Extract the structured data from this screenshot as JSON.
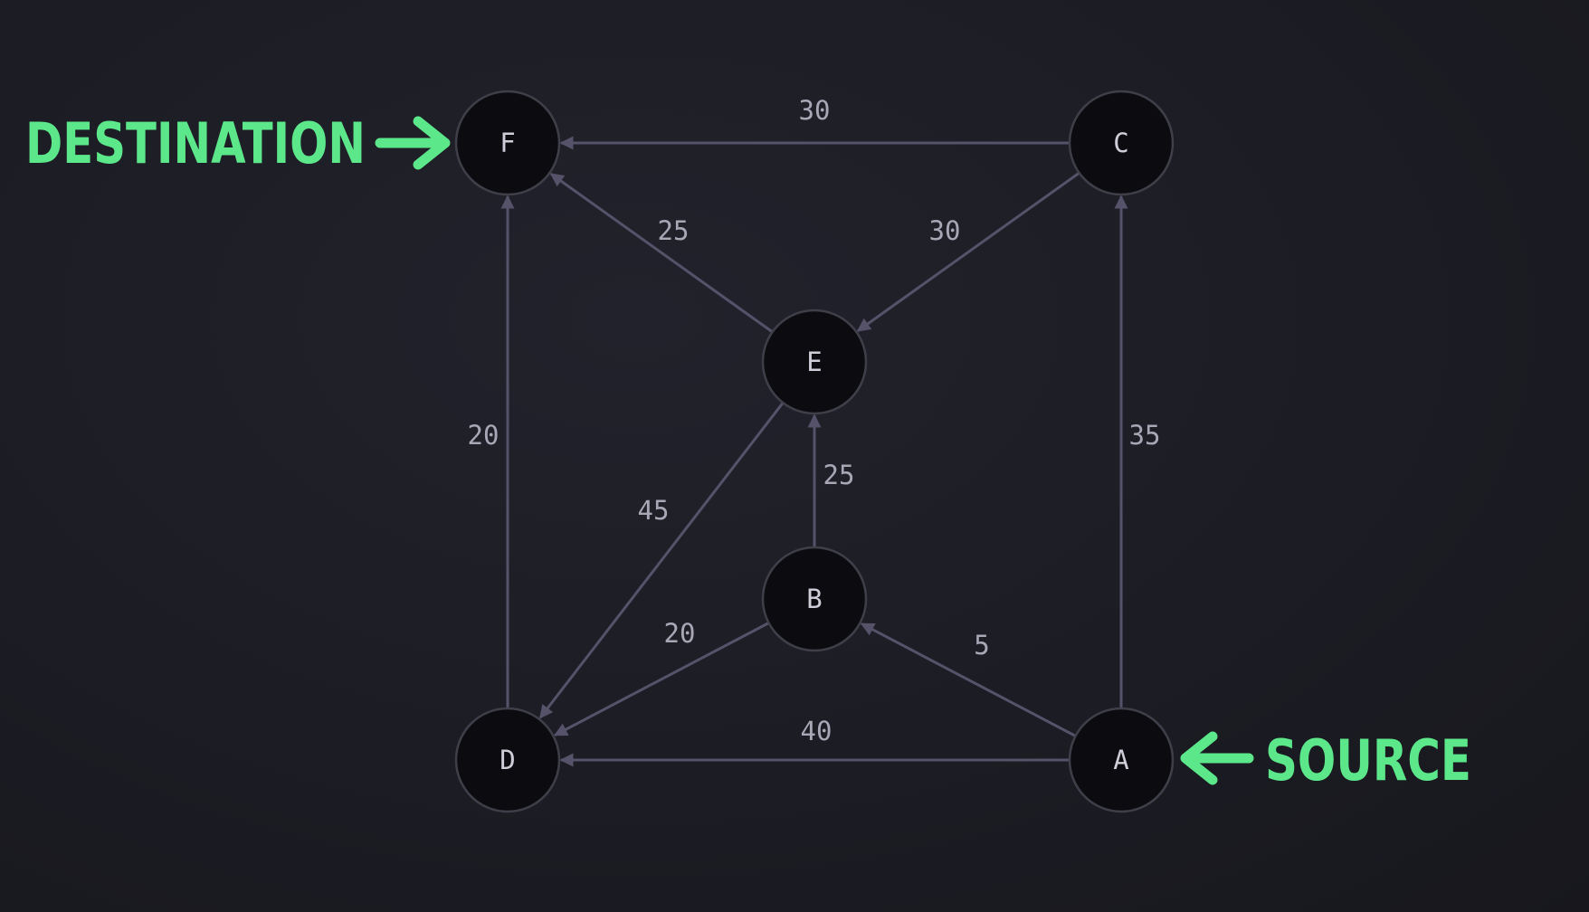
{
  "colors": {
    "background": "#1a1a22",
    "edge": "#55526a",
    "edge_label": "#a9a6b6",
    "node_fill": "#0c0c10",
    "node_stroke": "#3f3f4a",
    "node_label": "#cfcdd8",
    "callout": "#5ce88a"
  },
  "nodes": [
    {
      "id": "F",
      "label": "F"
    },
    {
      "id": "C",
      "label": "C"
    },
    {
      "id": "E",
      "label": "E"
    },
    {
      "id": "B",
      "label": "B"
    },
    {
      "id": "D",
      "label": "D"
    },
    {
      "id": "A",
      "label": "A"
    }
  ],
  "edges": [
    {
      "from": "C",
      "to": "F",
      "weight": "30"
    },
    {
      "from": "E",
      "to": "F",
      "weight": "25"
    },
    {
      "from": "C",
      "to": "E",
      "weight": "30"
    },
    {
      "from": "D",
      "to": "F",
      "weight": "20"
    },
    {
      "from": "A",
      "to": "C",
      "weight": "35"
    },
    {
      "from": "E",
      "to": "D",
      "weight": "45"
    },
    {
      "from": "B",
      "to": "E",
      "weight": "25"
    },
    {
      "from": "B",
      "to": "D",
      "weight": "20"
    },
    {
      "from": "A",
      "to": "B",
      "weight": "5"
    },
    {
      "from": "A",
      "to": "D",
      "weight": "40"
    }
  ],
  "callouts": {
    "destination": {
      "text": "DESTINATION",
      "target": "F"
    },
    "source": {
      "text": "SOURCE",
      "target": "A"
    }
  }
}
